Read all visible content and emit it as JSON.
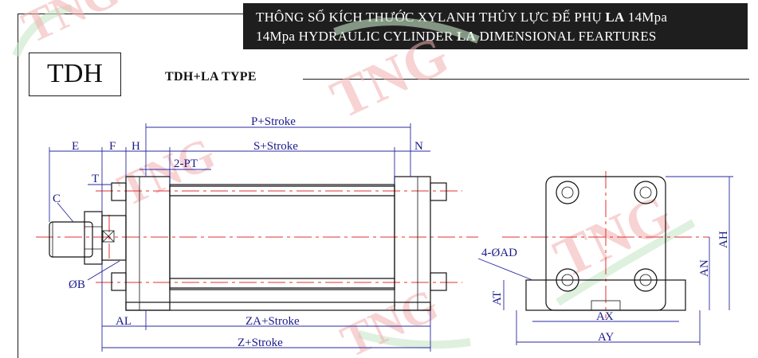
{
  "header": {
    "line1_pre": "THÔNG SỐ KÍCH THƯỚC XYLANH THỦY LỰC ĐẾ PHỤ ",
    "line1_bold": "LA",
    "line1_post": " 14Mpa",
    "line2_pre": "14Mpa HYDRAULIC  CYLINDER ",
    "line2_bold": "LA",
    "line2_post": " DIMENSIONAL  FEARTURES"
  },
  "model": "TDH",
  "type_label": "TDH+LA  TYPE",
  "watermark": "TNG",
  "dimensions": {
    "p_stroke": "P+Stroke",
    "s_stroke": "S+Stroke",
    "e": "E",
    "f": "F",
    "h": "H",
    "n": "N",
    "t": "T",
    "pt": "2-PT",
    "c": "C",
    "b": "ØB",
    "al": "AL",
    "za_stroke": "ZA+Stroke",
    "z_stroke": "Z+Stroke",
    "ad": "4-ØAD",
    "at": "AT",
    "ax": "AX",
    "ay": "AY",
    "an": "AN",
    "ah": "AH"
  },
  "colors": {
    "dimension": "#1a1a8a",
    "centerline": "#e03030",
    "watermark": "#f4b0b0"
  }
}
